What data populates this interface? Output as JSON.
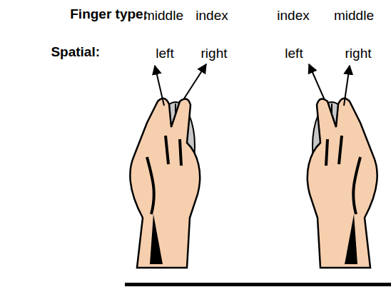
{
  "diagram": {
    "labels": [
      "Finger type:",
      "middle",
      "index",
      "index",
      "middle",
      "Spatial:",
      "left",
      "right",
      "left",
      "right"
    ]
  }
}
